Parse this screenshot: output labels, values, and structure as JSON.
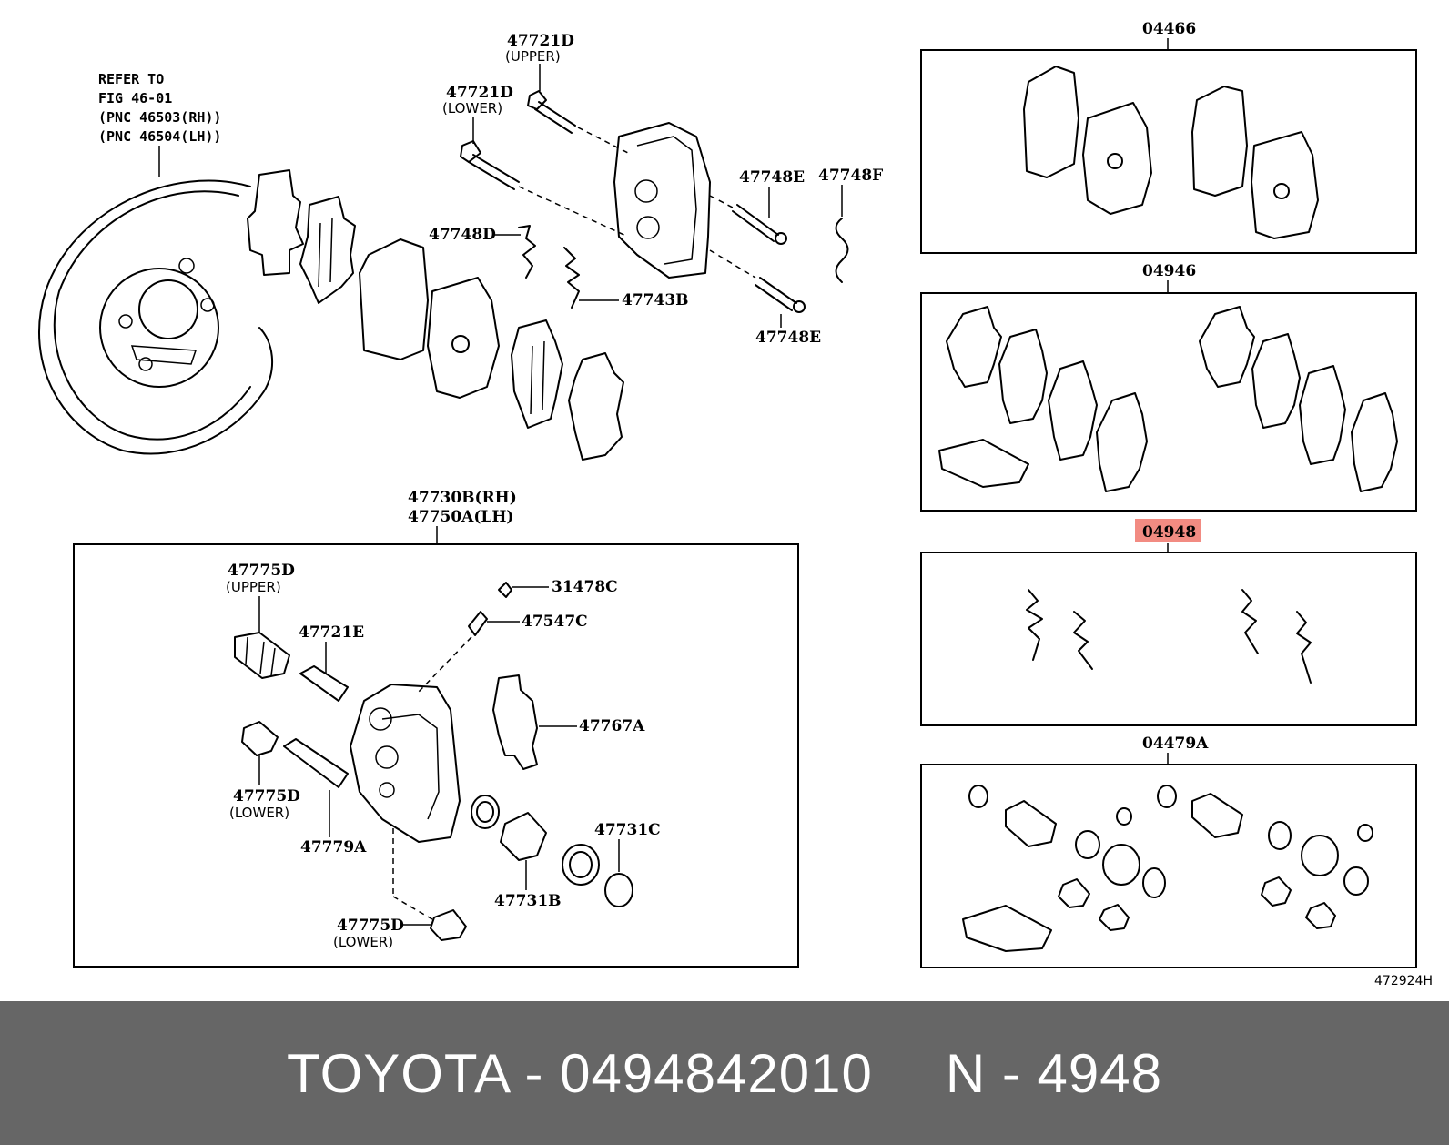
{
  "refer": {
    "line1": "REFER TO",
    "line2": "FIG 46-01",
    "line3": "(PNC 46503(RH))",
    "line4": "(PNC 46504(LH))"
  },
  "labels": {
    "p47721D_upper": "47721D",
    "p47721D_upper_sub": "(UPPER)",
    "p47721D_lower": "47721D",
    "p47721D_lower_sub": "(LOWER)",
    "p47748E_top": "47748E",
    "p47748F": "47748F",
    "p47748D": "47748D",
    "p47743B": "47743B",
    "p47748E_bottom": "47748E",
    "caliper_rh": "47730B(RH)",
    "caliper_lh": "47750A(LH)",
    "p47775D_upper": "47775D",
    "p47775D_upper_sub": "(UPPER)",
    "p47721E": "47721E",
    "p31478C": "31478C",
    "p47547C": "47547C",
    "p47767A": "47767A",
    "p47775D_lower": "47775D",
    "p47775D_lower_sub": "(LOWER)",
    "p47779A": "47779A",
    "p47731C": "47731C",
    "p47731B": "47731B",
    "p47775D_lower2": "47775D",
    "p47775D_lower2_sub": "(LOWER)"
  },
  "kits": [
    {
      "code": "04466",
      "highlighted": false
    },
    {
      "code": "04946",
      "highlighted": false
    },
    {
      "code": "04948",
      "highlighted": true
    },
    {
      "code": "04479A",
      "highlighted": false
    }
  ],
  "diagram_code": "472924H",
  "highlight_color": "#f28b82",
  "footer": {
    "brand_part": "TOYOTA - 0494842010",
    "pnc": "N - 4948"
  }
}
